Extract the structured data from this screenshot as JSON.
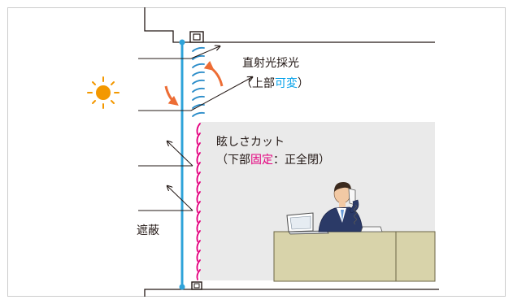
{
  "labels": {
    "direct_light": "直射光採光",
    "upper_open": "（上部",
    "upper_var": "可変",
    "upper_close": "）",
    "glare": "眩しさカット",
    "lower_open": "（下部",
    "lower_fixed": "固定",
    "lower_rest": "：正全閉）",
    "shield": "遮蔽"
  },
  "colors": {
    "frame_border": "#cccccc",
    "structure": "#231815",
    "glass": "#2fa3d9",
    "upper_louver": "#2a8cc9",
    "lower_louver": "#e4007f",
    "rotation_arrow": "#ed6d35",
    "sun": "#f39800",
    "room": "#eaeaea",
    "desk": "#d8d3aa",
    "desk_edge": "#6b6645"
  }
}
